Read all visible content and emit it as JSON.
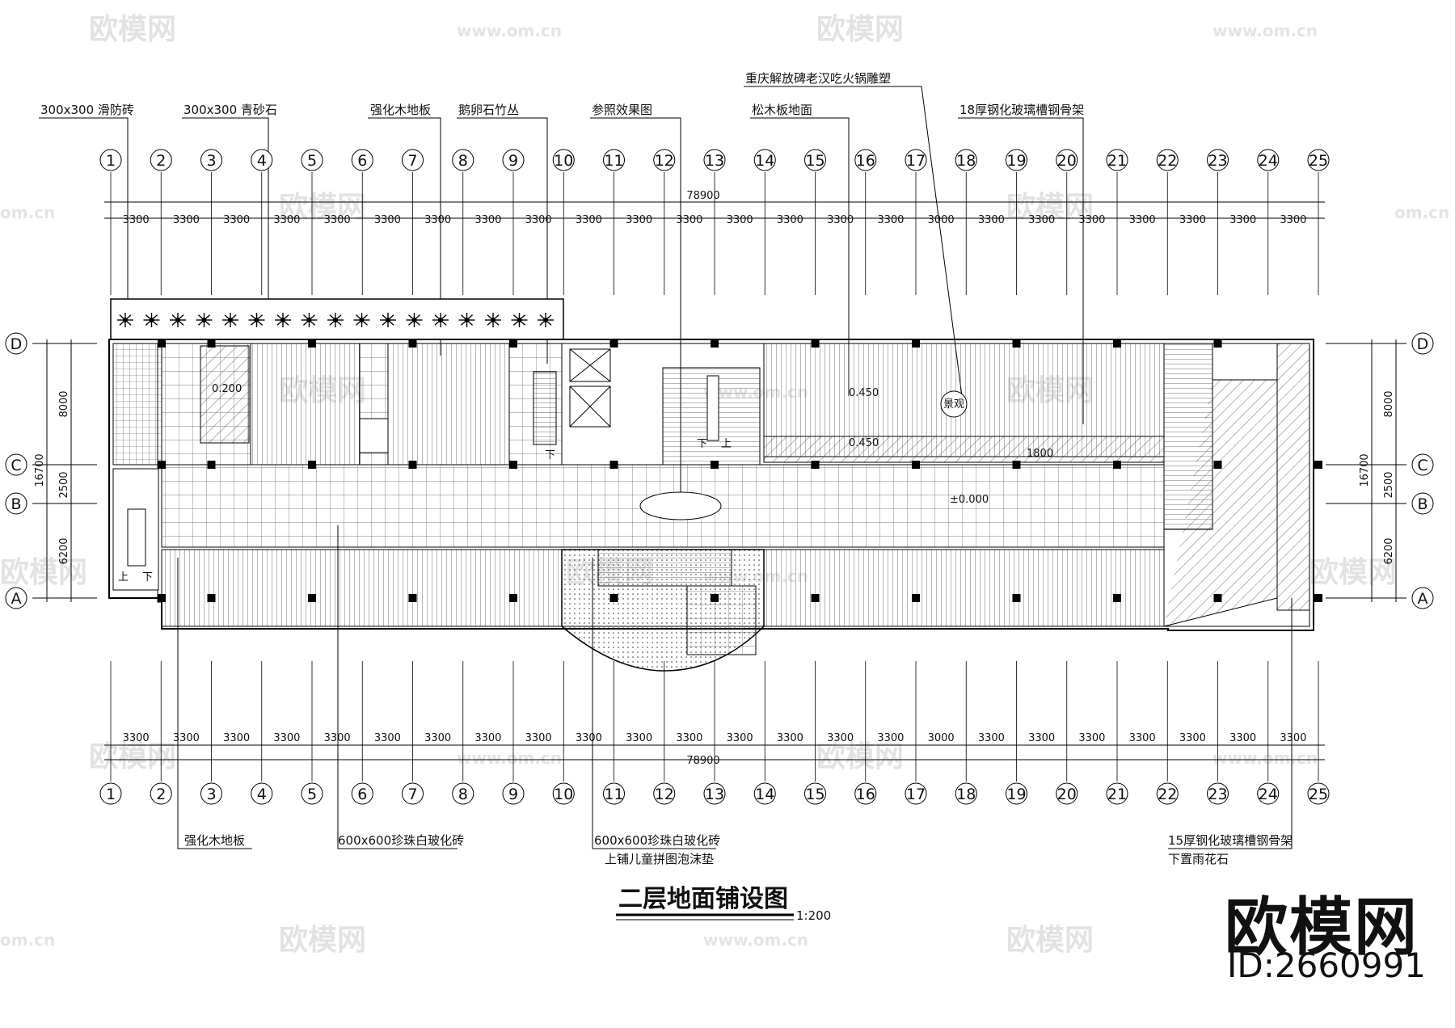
{
  "title": "二层地面铺设图",
  "scale": "1:200",
  "brand": {
    "logo": "欧模网",
    "id": "ID:2660991"
  },
  "watermark": {
    "logo": "欧模网",
    "url": "www.om.cn",
    "url_short": "om.cn"
  },
  "callouts_top": [
    "300x300 滑防砖",
    "300x300 青砂石",
    "强化木地板",
    "鹅卵石竹丛",
    "参照效果图",
    "松木板地面",
    "18厚钢化玻璃槽钢骨架",
    "重庆解放碑老汉吃火锅雕塑"
  ],
  "callouts_bottom": {
    "wood_floor": "强化木地板",
    "tile_600": "600x600珍珠白玻化砖",
    "tile_600_b": "600x600珍珠白玻化砖",
    "foam_mat": "上铺儿童拼图泡沫垫",
    "glass_15": "15厚钢化玻璃槽钢骨架",
    "rain_stone": "下置雨花石"
  },
  "axes_columns": [
    "1",
    "2",
    "3",
    "4",
    "5",
    "6",
    "7",
    "8",
    "9",
    "10",
    "11",
    "12",
    "13",
    "14",
    "15",
    "16",
    "17",
    "18",
    "19",
    "20",
    "21",
    "22",
    "23",
    "24",
    "25"
  ],
  "axes_rows": [
    "D",
    "C",
    "B",
    "A"
  ],
  "bay_dims": [
    "3300",
    "3300",
    "3300",
    "3300",
    "3300",
    "3300",
    "3300",
    "3300",
    "3300",
    "3300",
    "3300",
    "3300",
    "3300",
    "3300",
    "3300",
    "3300",
    "3000",
    "3300",
    "3300",
    "3300",
    "3300",
    "3300",
    "3300",
    "3300"
  ],
  "total_dim": "78900",
  "row_dims": [
    "8000",
    "2500",
    "6200"
  ],
  "row_total": "16700",
  "levels": [
    "0.200",
    "0.450",
    "0.450",
    "±0.000"
  ],
  "room_labels": {
    "up": "上",
    "down": "下",
    "sculpture": "景观",
    "gap": "1800"
  }
}
